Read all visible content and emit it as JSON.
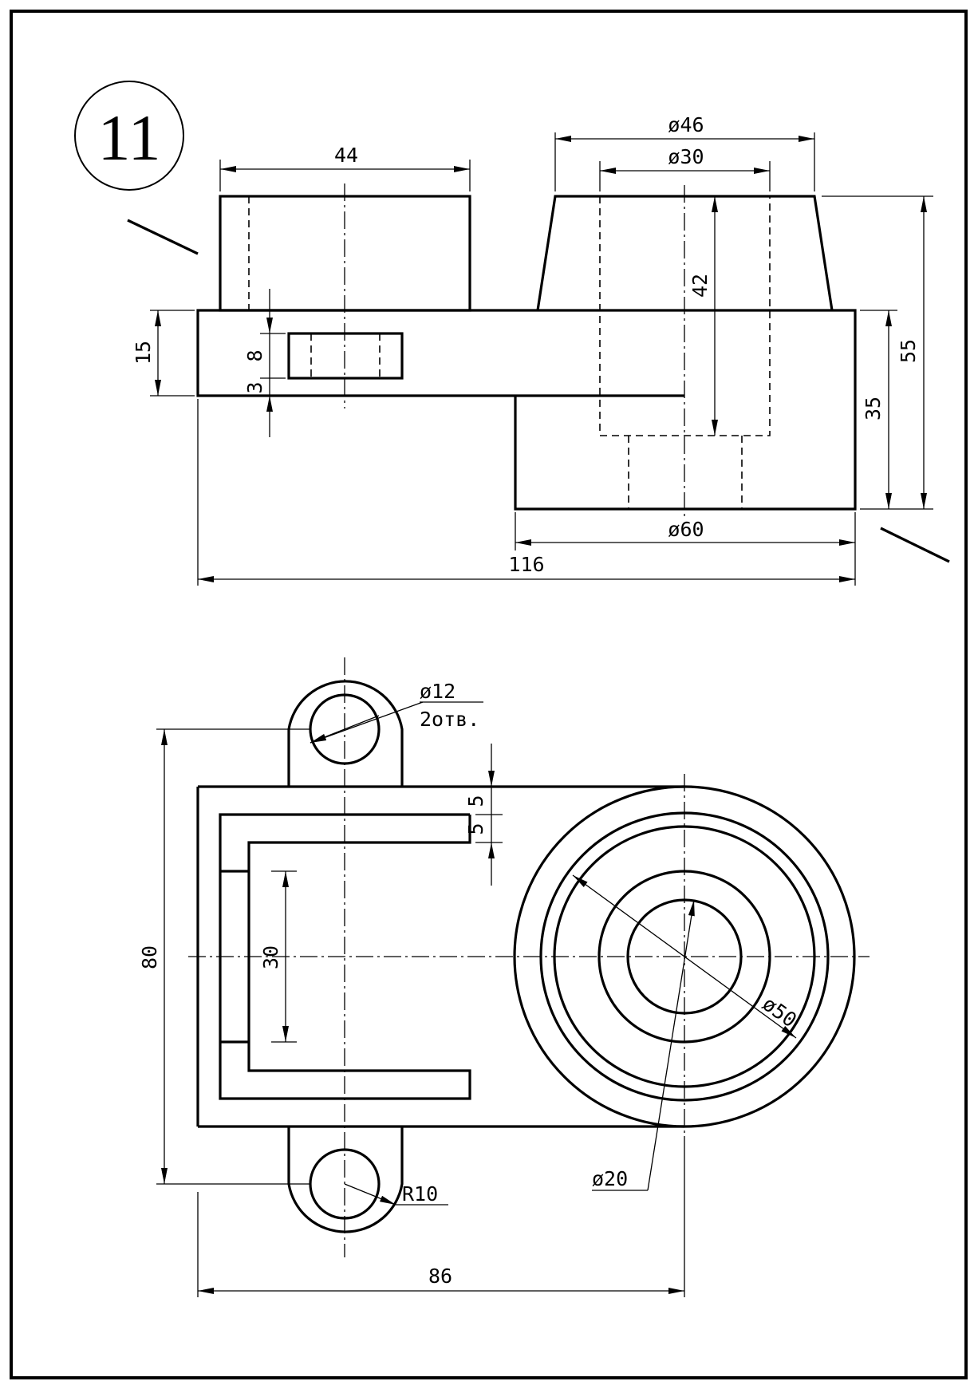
{
  "sheet_number": "11",
  "front_view": {
    "dims": {
      "width_top_block": "44",
      "cone_top_diameter": "ø46",
      "bore_diameter": "ø30",
      "bore_depth": "42",
      "flange_height": "15",
      "slot_height": "8",
      "slot_offset": "3",
      "overall_height": "55",
      "cylinder_height": "35",
      "cylinder_diameter": "ø60",
      "overall_length": "116"
    }
  },
  "top_view": {
    "dims": {
      "hole_diameter": "ø12",
      "hole_count": "2отв.",
      "wall_a": "5",
      "wall_b": "5",
      "slot_width": "30",
      "hole_spacing": "80",
      "outer_diameter": "ø50",
      "inner_diameter": "ø20",
      "lug_radius": "R10",
      "center_distance": "86"
    }
  }
}
